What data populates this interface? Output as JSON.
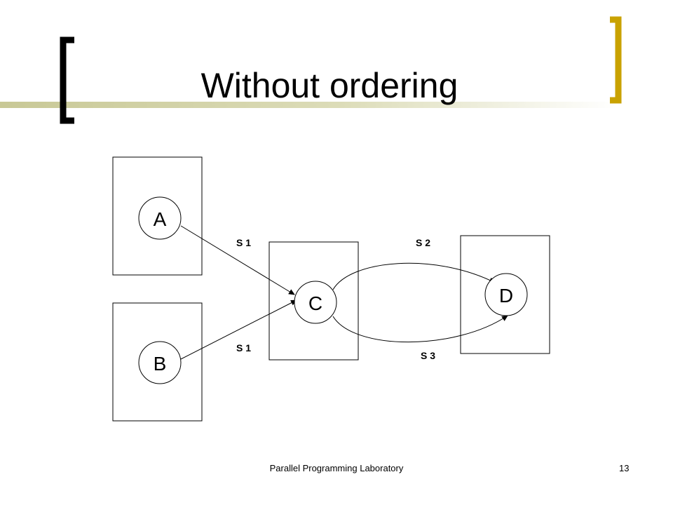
{
  "slide": {
    "title": "Without ordering",
    "footer_text": "Parallel Programming Laboratory",
    "page_number": "13"
  },
  "colors": {
    "bracket_dark": "#000000",
    "bracket_gold": "#C9A200",
    "gradient_bar": "#C8C896"
  },
  "diagram": {
    "nodes": {
      "a": "A",
      "b": "B",
      "c": "C",
      "d": "D"
    },
    "edges": {
      "a_to_c": "S 1",
      "b_to_c": "S 1",
      "c_to_d_upper": "S 2",
      "c_to_d_lower": "S 3"
    }
  }
}
